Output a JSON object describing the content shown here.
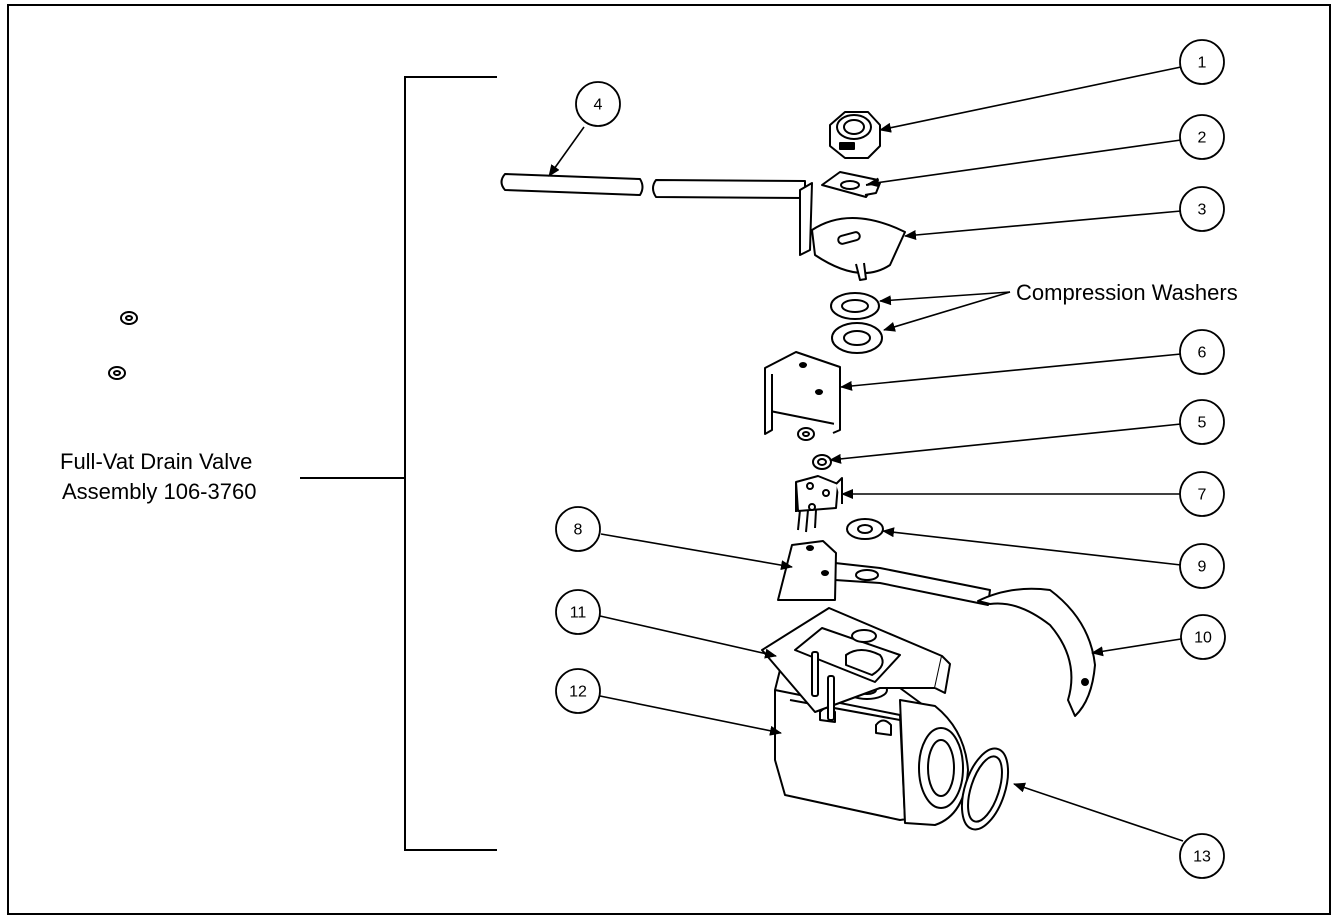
{
  "assembly_label": {
    "line1": "Full-Vat Drain Valve",
    "line2": "Assembly 106-3760"
  },
  "group_label": "Compression Washers",
  "callouts": [
    {
      "id": "c1",
      "label": "1"
    },
    {
      "id": "c2",
      "label": "2"
    },
    {
      "id": "c3",
      "label": "3"
    },
    {
      "id": "c4",
      "label": "4"
    },
    {
      "id": "c5",
      "label": "5"
    },
    {
      "id": "c6",
      "label": "6"
    },
    {
      "id": "c7",
      "label": "7"
    },
    {
      "id": "c8",
      "label": "8"
    },
    {
      "id": "c9",
      "label": "9"
    },
    {
      "id": "c10",
      "label": "10"
    },
    {
      "id": "c11",
      "label": "11"
    },
    {
      "id": "c12",
      "label": "12"
    },
    {
      "id": "c13",
      "label": "13"
    }
  ]
}
